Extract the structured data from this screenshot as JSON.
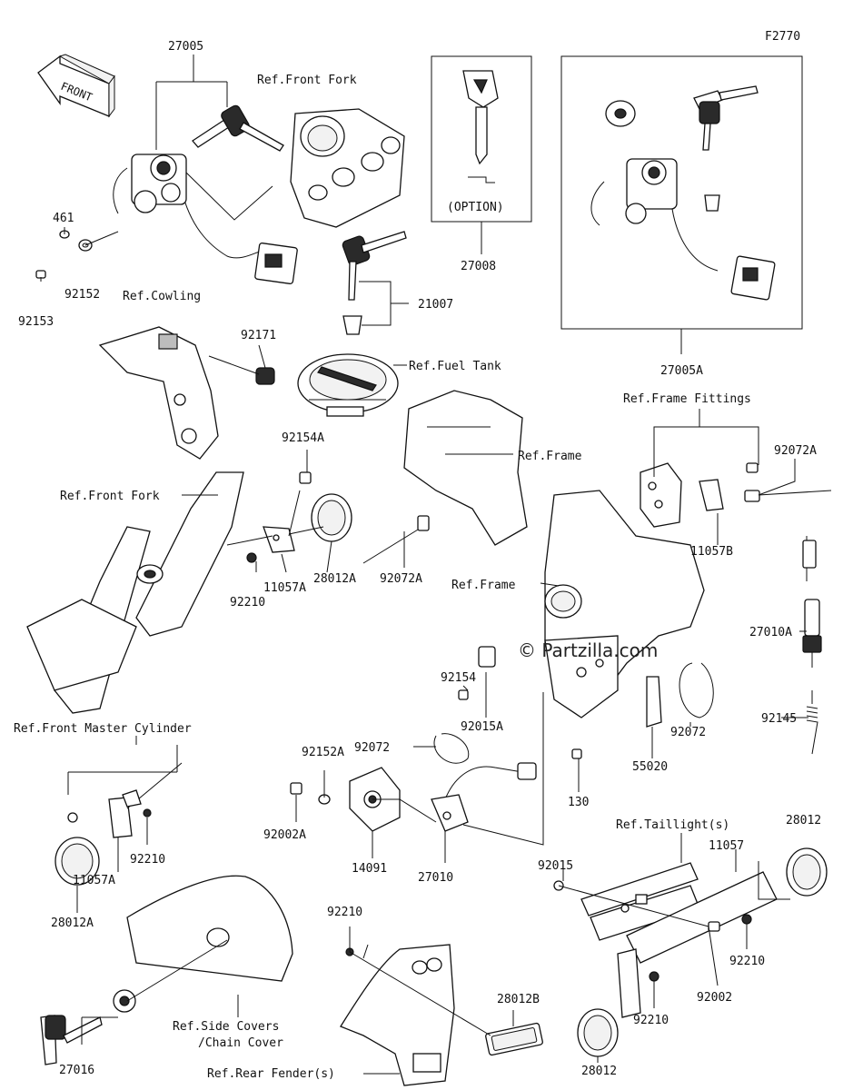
{
  "figure_code": "F2770",
  "watermark": "© Partzilla.com",
  "front_arrow_label": "FRONT",
  "option_label": "(OPTION)",
  "part_labels": {
    "p27005": "27005",
    "p461": "461",
    "p92152": "92152",
    "p92153": "92153",
    "p27008": "27008",
    "p21007": "21007",
    "p27005A": "27005A",
    "p92171": "92171",
    "p92154A": "92154A",
    "p92210_a": "92210",
    "p11057A_a": "11057A",
    "p28012A_a": "28012A",
    "p92072A_a": "92072A",
    "p92072A_b": "92072A",
    "p11057B": "11057B",
    "p27010A": "27010A",
    "p92145": "92145",
    "p92154": "92154",
    "p92015A": "92015A",
    "p92072_a": "92072",
    "p92072_b": "92072",
    "p55020": "55020",
    "p130": "130",
    "p92152A": "92152A",
    "p92002A": "92002A",
    "p14091": "14091",
    "p27010": "27010",
    "p92210_b": "92210",
    "p11057A_b": "11057A",
    "p28012A_b": "28012A",
    "p28012_a": "28012",
    "p11057": "11057",
    "p92015": "92015",
    "p92210_c": "92210",
    "p92002": "92002",
    "p92210_d": "92210",
    "p28012_b": "28012",
    "p92210_e": "92210",
    "p28012B": "28012B",
    "p27016": "27016"
  },
  "ref_labels": {
    "front_fork_top": "Ref.Front Fork",
    "cowling": "Ref.Cowling",
    "fuel_tank": "Ref.Fuel Tank",
    "frame_fittings": "Ref.Frame Fittings",
    "frame_a": "Ref.Frame",
    "front_fork_mid": "Ref.Front Fork",
    "frame_b": "Ref.Frame",
    "front_master_cylinder": "Ref.Front Master Cylinder",
    "taillight": "Ref.Taillight(s)",
    "side_covers_1": "Ref.Side Covers",
    "side_covers_2": "/Chain Cover",
    "rear_fender": "Ref.Rear Fender(s)"
  }
}
